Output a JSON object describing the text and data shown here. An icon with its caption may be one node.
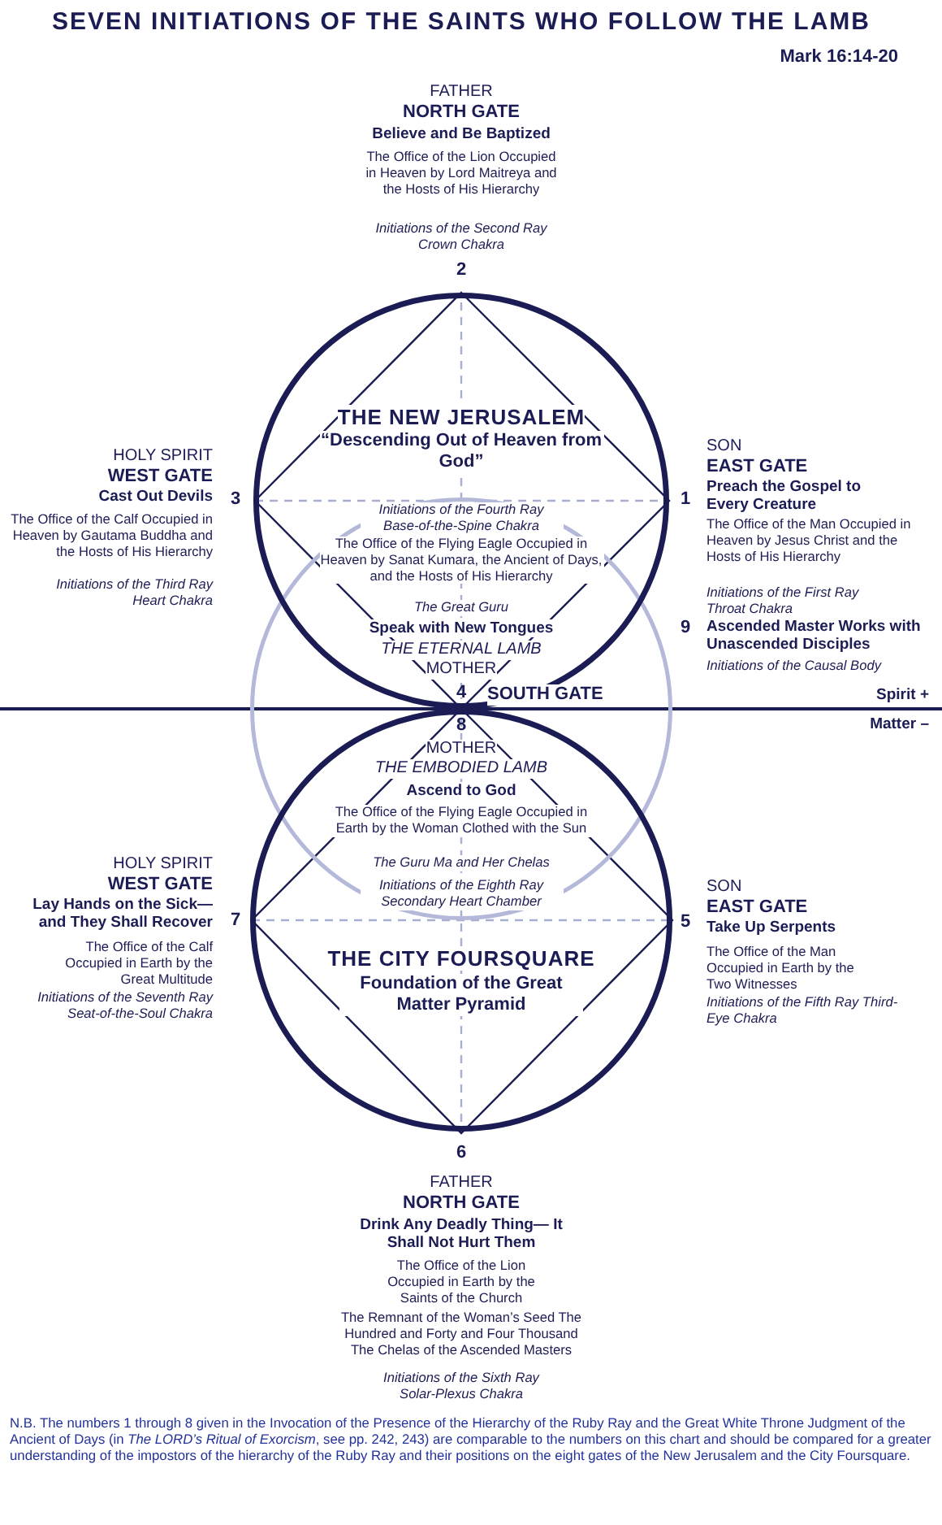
{
  "diagram": {
    "title": "SEVEN INITIATIONS OF THE SAINTS WHO FOLLOW THE LAMB",
    "caption": "N.B. The numbers 1 through 8 given in the Invocation of the Presence of the Hierarchy of the Ruby Ray and the Great White Throne Judgment of the Ancient of Days (in *The LORD’s Ritual of Exorcism*, see pp. 242, 243) are comparable to the numbers on this chart and should be compared for a greater understanding of the impostors of the hierarchy of the Ruby Ray and their positions on the eight gates of the New Jerusalem and the City Foursquare.",
    "nodes": [
      {
        "text": [
          "THE NEW JERUSALEM",
          "“Descending Out of Heaven from God”",
          "Initiations of the Fourth Ray Base-of-the-Spine Chakra",
          "The Office of the Flying Eagle Occupied in Heaven by Sanat Kumara, the Ancient of Days, and the Hosts of His Hierarchy",
          "The Great Guru",
          "Speak with New Tongues",
          "THE ETERNAL LAMB",
          "MOTHER"
        ]
      },
      {
        "text": [],
        "shape": "circle"
      },
      {
        "text": [
          "MOTHER",
          "THE EMBODIED LAMB",
          "Ascend to God",
          "The Office of the Flying Eagle Occupied in Earth by the Woman Clothed with the Sun",
          "The Guru Ma and Her Chelas",
          "Initiations of the Eighth Ray Secondary Heart Chamber",
          "THE CITY FOURSQUARE",
          "Foundation of the Great Matter Pyramid"
        ]
      }
    ],
    "edges": [],
    "labels": [
      "Mark 16:14-20",
      "FATHER",
      "NORTH GATE",
      "Believe and Be Baptized",
      "The Office of the Lion Occupied in Heaven by Lord Maitreya and the Hosts of His Hierarchy",
      "Initiations of the Second Ray Crown Chakra",
      "2",
      "HOLY SPIRIT",
      "WEST GATE",
      "Cast Out Devils",
      "The Office of the Calf Occupied in Heaven by Gautama Buddha and the Hosts of His Hierarchy",
      "Initiations of the Third Ray Heart Chakra",
      "3",
      "1",
      "SON",
      "EAST GATE",
      "Preach the Gospel to Every Creature",
      "The Office of the Man Occupied in Heaven by Jesus Christ and the Hosts of His Hierarchy",
      "Initiations of the First Ray Throat Chakra",
      "9",
      "Ascended Master Works with Unascended Disciples",
      "Initiations of the Causal Body",
      "4",
      "SOUTH GATE",
      "Spirit +",
      "8",
      "Matter –",
      "HOLY SPIRIT",
      "WEST GATE",
      "Lay Hands on the Sick— and They Shall Recover",
      "The Office of the Calf Occupied in Earth by the Great Multitude",
      "Initiations of the Seventh Ray Seat-of-the-Soul Chakra",
      "7",
      "5",
      "SON",
      "EAST GATE",
      "Take Up Serpents",
      "The Office of the Man Occupied in Earth by the Two Witnesses",
      "Initiations of the Fifth Ray Third-Eye Chakra",
      "6",
      "FATHER",
      "NORTH GATE",
      "Drink Any Deadly Thing— It Shall Not Hurt Them",
      "The Office of the Lion Occupied in Earth by the Saints of the Church",
      "The Remnant of the Woman’s Seed The Hundred and Forty and Four Thousand The Chelas of the Ascended Masters",
      "Initiations of the Sixth Ray Solar-Plexus Chakra"
    ]
  }
}
